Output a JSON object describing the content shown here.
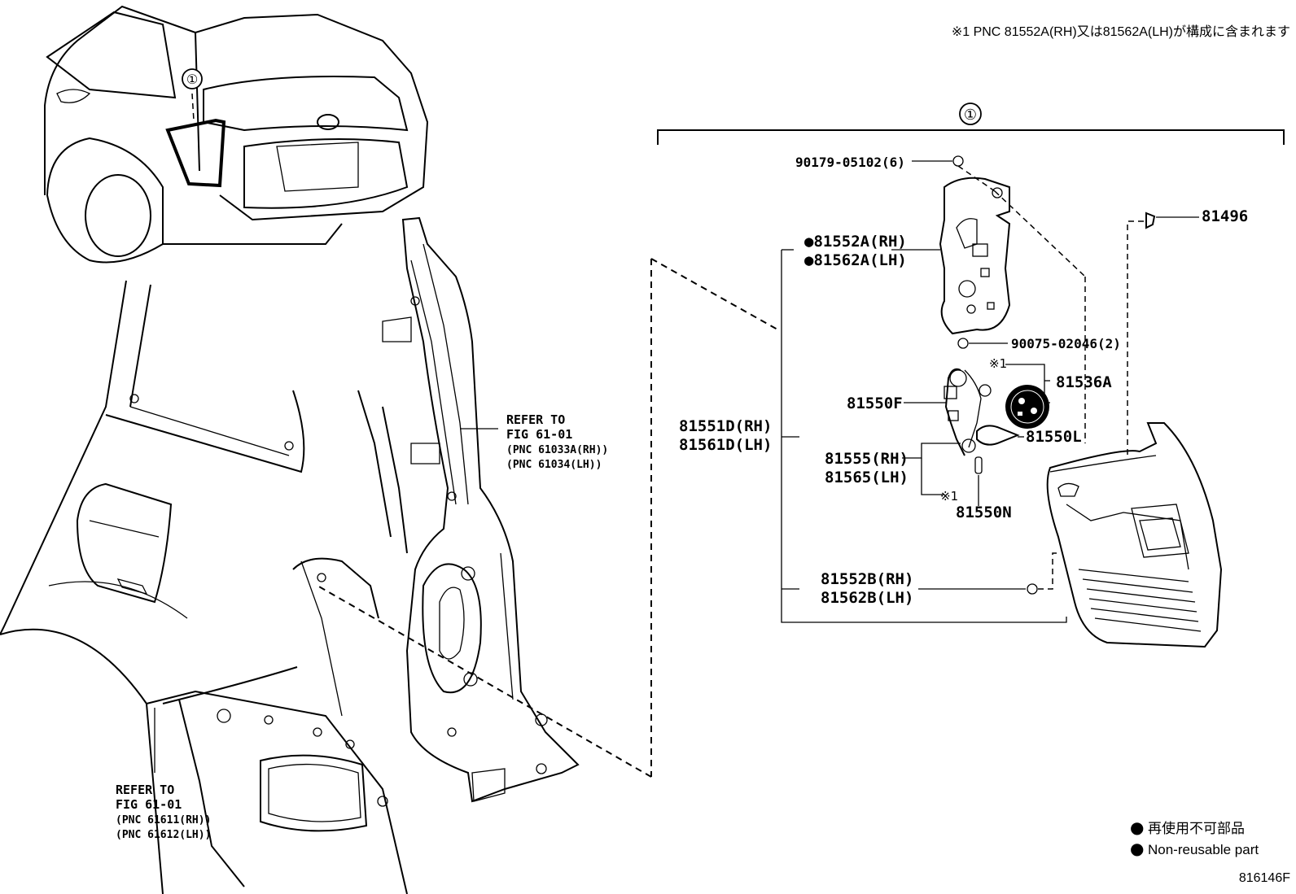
{
  "header_note": "※1 PNC 81552A(RH)又は81562A(LH)が構成に含まれます",
  "figure_id": "816146F",
  "callout_symbol": "①",
  "legend": {
    "symbol": "●",
    "line_jp": "再使用不可部品",
    "line_en": "Non-reusable part"
  },
  "refer_upper": {
    "line1": "REFER TO",
    "line2": "FIG 61-01",
    "line3": "(PNC 61033A(RH))",
    "line4": "(PNC 61034(LH))"
  },
  "refer_lower": {
    "line1": "REFER TO",
    "line2": "FIG 61-01",
    "line3": "(PNC 61611(RH))",
    "line4": "(PNC 61612(LH))"
  },
  "parts": {
    "p90179": "90179-05102(6)",
    "p81496": "81496",
    "p81552A": "●81552A(RH)",
    "p81562A": "●81562A(LH)",
    "p90075": "90075-02046(2)",
    "note1_a": "※1",
    "p81536A": "81536A",
    "p81550F": "81550F",
    "p81551D": "81551D(RH)",
    "p81561D": "81561D(LH)",
    "p81550L": "81550L",
    "p81555": "81555(RH)",
    "p81565": "81565(LH)",
    "note1_b": "※1",
    "p81550N": "81550N",
    "p81552B": "81552B(RH)",
    "p81562B": "81562B(LH)"
  }
}
